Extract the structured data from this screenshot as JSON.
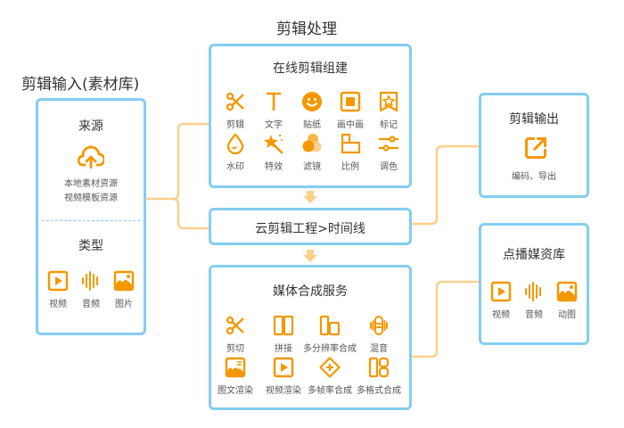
{
  "colors": {
    "border": "#84cdf2",
    "accent": "#f39800",
    "connector": "#fdd08a"
  },
  "input": {
    "section_title": "剪辑输入(素材库)",
    "source_title": "来源",
    "source_icon": "cloud-upload-icon",
    "source_lines": [
      "本地素材资源",
      "视频模板资源"
    ],
    "type_title": "类型",
    "types": [
      {
        "label": "视频",
        "icon": "video-play-icon"
      },
      {
        "label": "音频",
        "icon": "audio-wave-icon"
      },
      {
        "label": "图片",
        "icon": "image-icon"
      }
    ]
  },
  "process": {
    "section_title": "剪辑处理",
    "online_title": "在线剪辑组建",
    "online_items": [
      {
        "label": "剪辑",
        "icon": "scissors-icon"
      },
      {
        "label": "文字",
        "icon": "text-icon"
      },
      {
        "label": "贴纸",
        "icon": "sticker-smile-icon"
      },
      {
        "label": "画中画",
        "icon": "picture-in-picture-icon"
      },
      {
        "label": "标记",
        "icon": "bookmark-star-icon"
      },
      {
        "label": "水印",
        "icon": "watermark-drop-icon"
      },
      {
        "label": "特效",
        "icon": "effect-wand-icon"
      },
      {
        "label": "滤镜",
        "icon": "filter-circles-icon"
      },
      {
        "label": "比例",
        "icon": "ratio-icon"
      },
      {
        "label": "调色",
        "icon": "color-adjust-sliders-icon"
      }
    ],
    "timeline_label": "云剪辑工程>时间线",
    "media_title": "媒体合成服务",
    "media_items": [
      {
        "label": "剪切",
        "icon": "scissors-icon"
      },
      {
        "label": "拼接",
        "icon": "splice-icon"
      },
      {
        "label": "多分辨率合成",
        "icon": "multi-resolution-icon"
      },
      {
        "label": "混音",
        "icon": "audio-mix-icon"
      },
      {
        "label": "图文渲染",
        "icon": "image-text-render-icon"
      },
      {
        "label": "视频渲染",
        "icon": "video-render-icon"
      },
      {
        "label": "多帧率合成",
        "icon": "multi-framerate-icon"
      },
      {
        "label": "多格式合成",
        "icon": "multi-format-icon"
      }
    ]
  },
  "output": {
    "title": "剪辑输出",
    "icon": "export-icon",
    "desc": "编码、导出"
  },
  "vod": {
    "title": "点播媒资库",
    "items": [
      {
        "label": "视频",
        "icon": "video-play-icon"
      },
      {
        "label": "音频",
        "icon": "audio-wave-icon"
      },
      {
        "label": "动图",
        "icon": "image-icon"
      }
    ]
  }
}
